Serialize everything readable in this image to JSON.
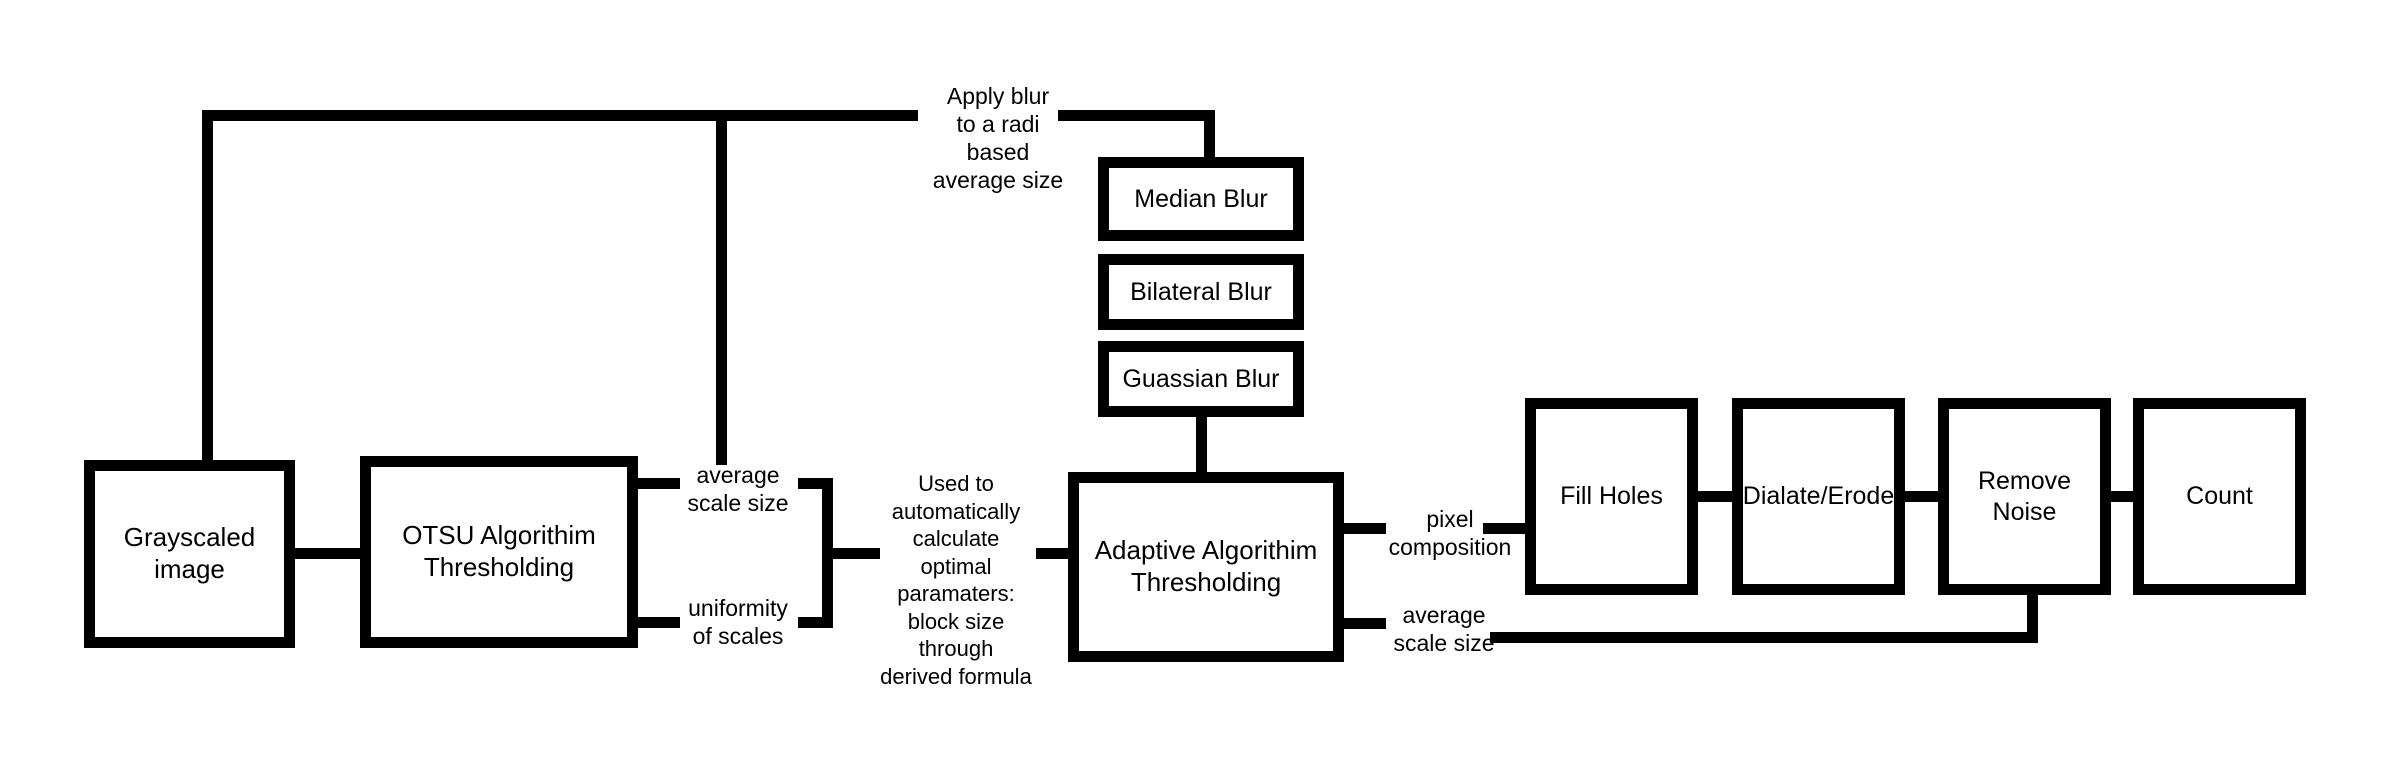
{
  "diagram": {
    "title": "Image processing pipeline flowchart",
    "line_color": "#000000",
    "background_color": "#ffffff",
    "text_color": "#000000"
  },
  "nodes": {
    "grayscaled_image": "Grayscaled\nimage",
    "otsu": "OTSU Algorithim\nThresholding",
    "adaptive": "Adaptive Algorithim\nThresholding",
    "median_blur": "Median Blur",
    "bilateral_blur": "Bilateral Blur",
    "gaussian_blur": "Guassian Blur",
    "fill_holes": "Fill Holes",
    "dialate_erode": "Dialate/Erode",
    "remove_noise": "Remove Noise",
    "count": "Count"
  },
  "edge_labels": {
    "apply_blur": "Apply blur\nto a radi based\naverage size",
    "otsu_average_scale_size": "average\nscale size",
    "otsu_uniformity_of_scales": "uniformity\nof scales",
    "used_to_calculate": "Used to\nautomatically\ncalculate\noptimal\nparamaters:\nblock size\nthrough\nderived formula",
    "pixel_composition": "pixel\ncomposition",
    "adaptive_average_scale_size": "average\nscale size"
  }
}
